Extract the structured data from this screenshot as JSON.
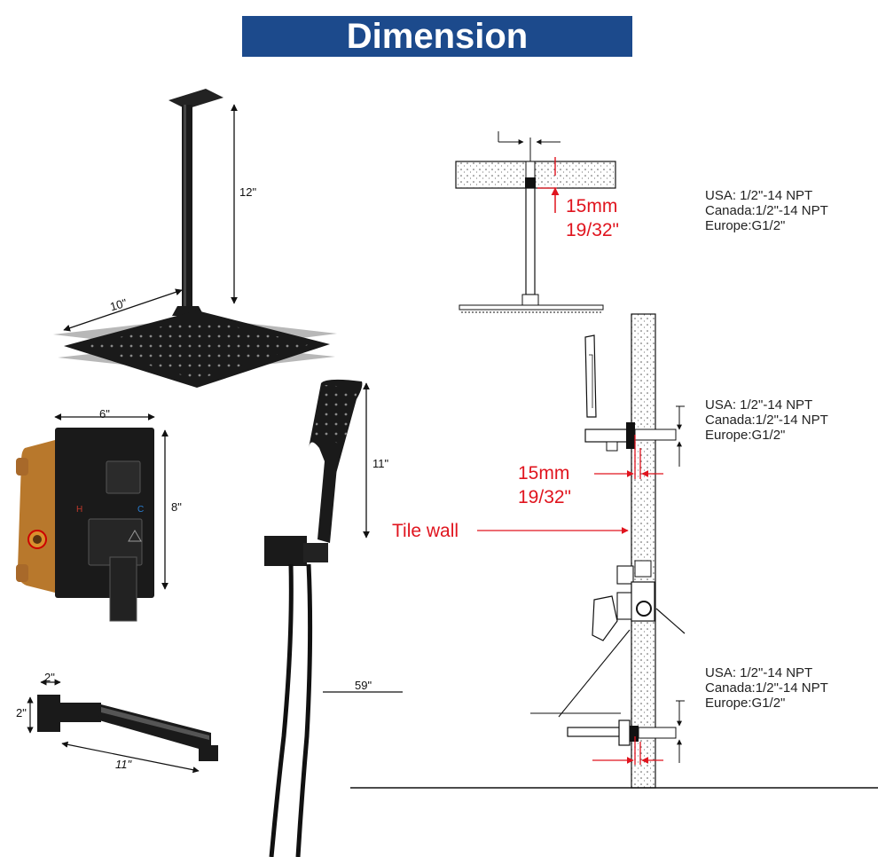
{
  "title": "Dimension",
  "dimensions": {
    "shower_arm_length": "12\"",
    "shower_head_width": "10\"",
    "valve_plate_width": "6\"",
    "valve_plate_height": "8\"",
    "handheld_length": "11\"",
    "hose_length": "59\"",
    "spout_depth": "2\"",
    "spout_height": "2\"",
    "spout_length": "11\""
  },
  "valve_markings": {
    "hot": "H",
    "cold": "C"
  },
  "tile_wall_label": "Tile wall",
  "clearance": {
    "top": {
      "mm": "15mm",
      "inch": "19/32\""
    },
    "middle": {
      "mm": "15mm",
      "inch": "19/32\""
    }
  },
  "thread_specs": [
    {
      "usa": "USA: 1/2\"-14 NPT",
      "canada": "Canada:1/2\"-14 NPT",
      "europe": "Europe:G1/2\""
    },
    {
      "usa": "USA: 1/2\"-14 NPT",
      "canada": "Canada:1/2\"-14 NPT",
      "europe": "Europe:G1/2\""
    },
    {
      "usa": "USA: 1/2\"-14 NPT",
      "canada": "Canada:1/2\"-14 NPT",
      "europe": "Europe:G1/2\""
    }
  ],
  "colors": {
    "banner": "#1c4a8c",
    "accent_red": "#e0141e",
    "product_black": "#1a1a1a",
    "brass": "#b8782c"
  }
}
